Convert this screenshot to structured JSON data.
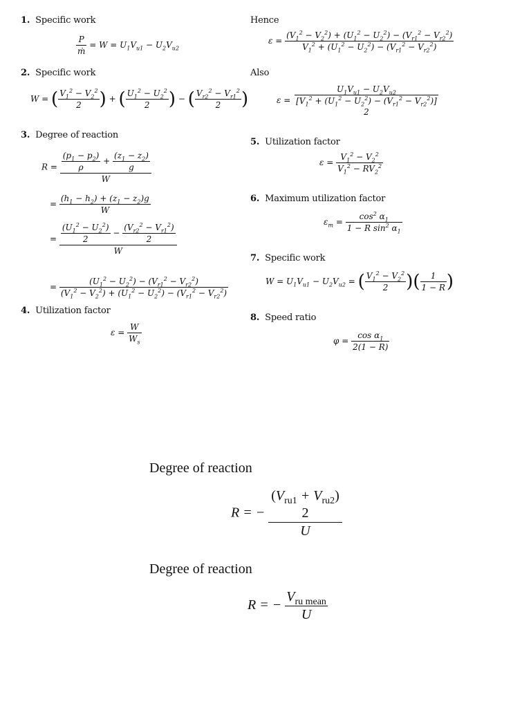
{
  "sections": [
    {
      "num": "1.",
      "label": "Specific work"
    },
    {
      "num": "2.",
      "label": "Specific work"
    },
    {
      "num": "3.",
      "label": "Degree of reaction"
    },
    {
      "num": "4.",
      "label": "Utilization factor"
    },
    {
      "num": "5.",
      "label": "Utilization factor"
    },
    {
      "num": "6.",
      "label": "Maximum utilization factor"
    },
    {
      "num": "7.",
      "label": "Specific work"
    },
    {
      "num": "8.",
      "label": "Speed ratio"
    }
  ],
  "right_labels": {
    "hence": "Hence",
    "also": "Also"
  },
  "bottom": {
    "title1": "Degree of reaction",
    "title2": "Degree of reaction",
    "eq1": {
      "lhs": "R = −",
      "num_top": "(V",
      "sub1": "ru1",
      "plus": " + V",
      "sub2": "ru2",
      "close": ")",
      "two": "2",
      "den": "U"
    },
    "eq2": {
      "lhs": "R = −",
      "num": "V",
      "sub": "ru mean",
      "den": "U"
    }
  }
}
